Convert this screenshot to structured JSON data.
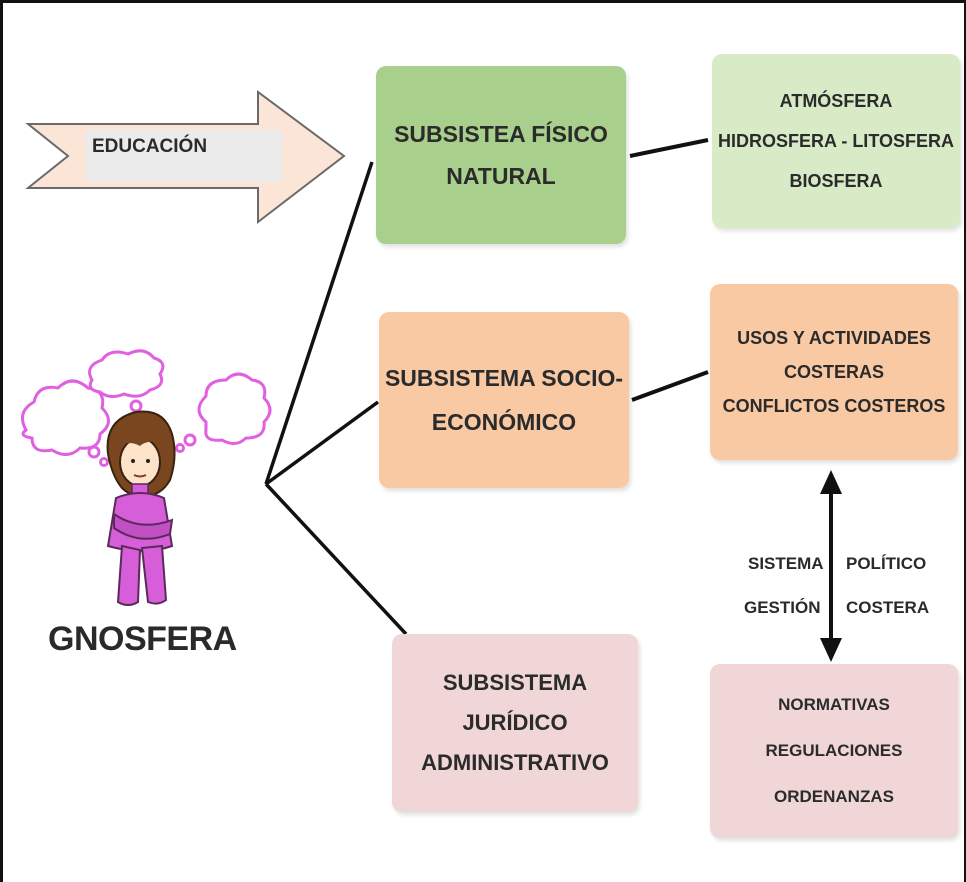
{
  "education": {
    "label": "EDUCACIÓN"
  },
  "gnosfera": {
    "label": "GNOSFERA"
  },
  "subsystems": {
    "physical": {
      "lines": [
        "SUBSISTEA FÍSICO",
        "NATURAL"
      ]
    },
    "socio": {
      "lines": [
        "SUBSISTEMA SOCIO-",
        "ECONÓMICO"
      ]
    },
    "legal": {
      "lines": [
        "SUBSISTEMA",
        "JURÍDICO",
        "ADMINISTRATIVO"
      ]
    }
  },
  "details": {
    "physical": {
      "lines": [
        "ATMÓSFERA",
        "HIDROSFERA - LITOSFERA",
        "BIOSFERA"
      ]
    },
    "socio": {
      "lines": [
        "USOS Y ACTIVIDADES",
        "COSTERAS",
        "CONFLICTOS COSTEROS"
      ]
    },
    "legal": {
      "lines": [
        "NORMATIVAS",
        "REGULACIONES",
        "ORDENANZAS"
      ]
    }
  },
  "link_label": {
    "row1": [
      "SISTEMA",
      "POLÍTICO"
    ],
    "row2": [
      "GESTIÓN",
      "COSTERA"
    ]
  },
  "colors": {
    "green_main": "#a9cf8c",
    "green_light": "#d8ebc6",
    "orange": "#f9c9a4",
    "pink": "#f0d6d6",
    "arrow_fill": "#fbe5d6",
    "figure_sweater": "#d65ed8",
    "thought_bubble": "#e060e0"
  }
}
